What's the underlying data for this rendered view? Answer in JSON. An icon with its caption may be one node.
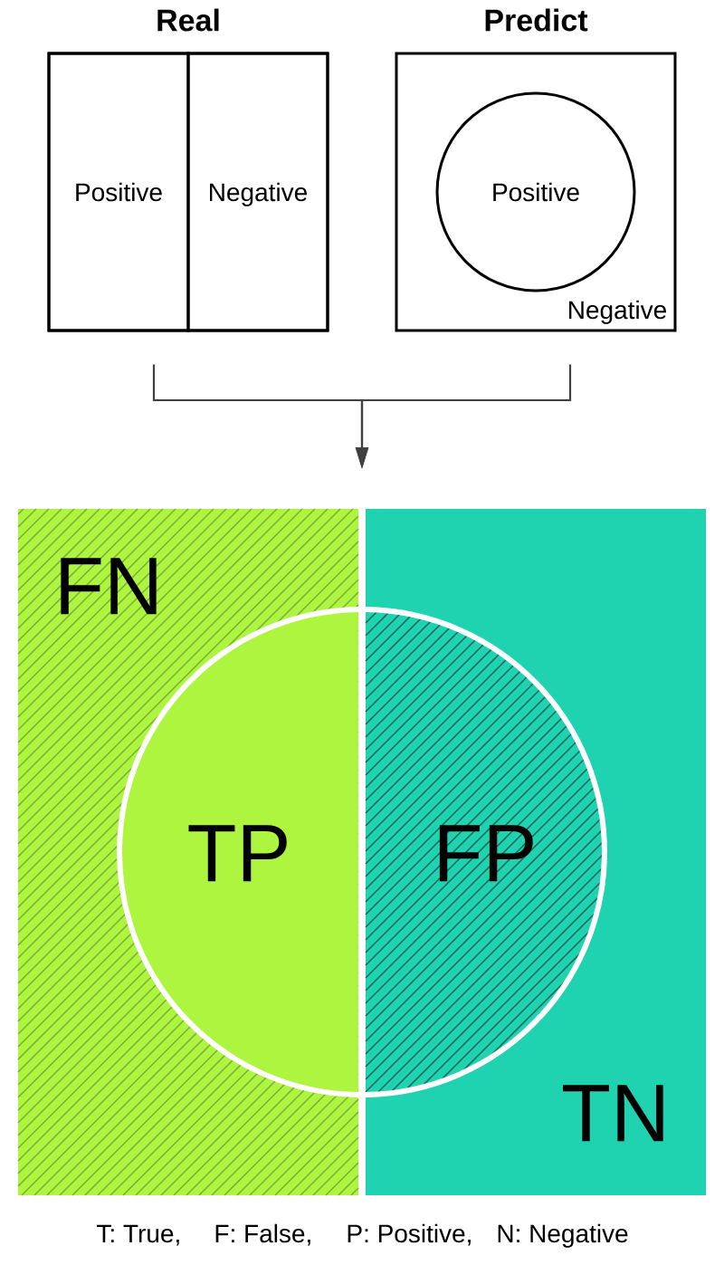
{
  "diagram": {
    "nodes": [
      {
        "text": [
          "Real"
        ]
      },
      {
        "text": [
          "Positive"
        ],
        "in": 0
      },
      {
        "text": [
          "Negative"
        ],
        "in": 0
      },
      {
        "text": [
          "Predict",
          "Negative"
        ]
      },
      {
        "text": [
          "Positive"
        ],
        "in": 3
      },
      {
        "text": [
          "FN"
        ]
      },
      {
        "text": [
          "TP"
        ],
        "in": 5
      },
      {
        "text": [
          "TN"
        ]
      },
      {
        "text": [
          "FP"
        ],
        "in": 7
      }
    ],
    "edges": [
      {
        "from": 0,
        "to": null,
        "arrow": "to"
      },
      {
        "from": 3,
        "to": null,
        "arrow": "to"
      }
    ],
    "labels": [
      "T: True,",
      "F: False,",
      "P: Positive,",
      "N: Negative"
    ]
  }
}
